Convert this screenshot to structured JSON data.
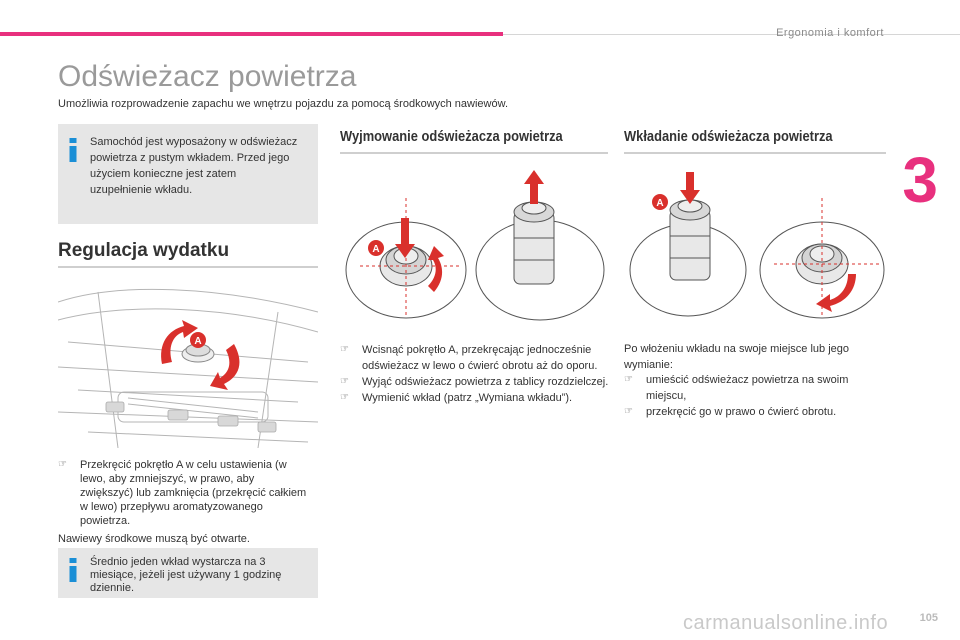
{
  "header": {
    "section_title": "Ergonomia i komfort",
    "chapter_number": "3",
    "accent_color": "#e8307e"
  },
  "page": {
    "title": "Odświeżacz powietrza",
    "intro": "Umożliwia rozprowadzenie zapachu we wnętrzu pojazdu za pomocą środkowych nawiewów.",
    "page_number": "105",
    "watermark": "carmanualsonline.info"
  },
  "info_boxes": [
    {
      "icon": "info-icon",
      "text": "Samochód jest wyposażony w odświeżacz powietrza z pustym wkładem. Przed jego użyciem konieczne jest zatem uzupełnienie wkładu."
    },
    {
      "icon": "info-icon",
      "text": "Średnio jeden wkład wystarcza na 3 miesiące, jeżeli jest używany 1 godzinę dziennie."
    }
  ],
  "regulacja": {
    "title": "Regulacja wydatku",
    "label_a": "A",
    "bullet": "Przekręcić pokrętło A w celu ustawienia (w lewo, aby zmniejszyć, w prawo, aby zwiększyć) lub zamknięcia (przekręcić całkiem w lewo) przepływu aromatyzowanego powietrza.",
    "note": "Nawiewy środkowe muszą być otwarte."
  },
  "wyjmowanie": {
    "title": "Wyjmowanie odświeżacza powietrza",
    "label_a": "A",
    "bullets": [
      "Wcisnąć pokrętło A, przekręcając jednocześnie odświeżacz w lewo o ćwierć obrotu aż do oporu.",
      "Wyjąć odświeżacz powietrza z tablicy rozdzielczej.",
      "Wymienić wkład (patrz „Wymiana wkładu”)."
    ]
  },
  "wkladanie": {
    "title": "Wkładanie odświeżacza powietrza",
    "label_a": "A",
    "intro": "Po włożeniu wkładu na swoje miejsce lub jego wymianie:",
    "bullets": [
      "umieścić odświeżacz powietrza na swoim miejscu,",
      "przekręcić go w prawo o ćwierć obrotu."
    ]
  },
  "bullet_glyph": "☞",
  "colors": {
    "info_blue": "#1b8fd6",
    "arrow_red": "#d9302c",
    "box_grey": "#e6e6e6"
  }
}
